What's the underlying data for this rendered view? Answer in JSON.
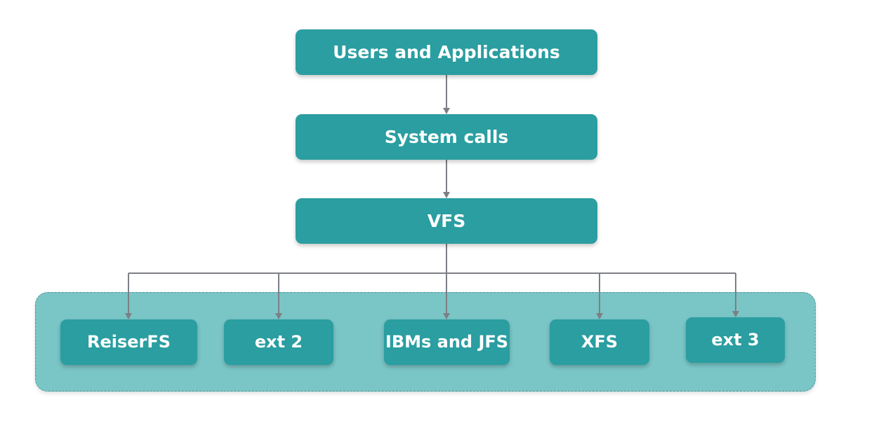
{
  "diagram": {
    "nodes": {
      "users": "Users and Applications",
      "syscalls": "System calls",
      "vfs": "VFS",
      "reiserfs": "ReiserFS",
      "ext2": "ext 2",
      "ibm_jfs": "IBMs and JFS",
      "xfs": "XFS",
      "ext3": "ext 3"
    },
    "edges": [
      [
        "users",
        "syscalls"
      ],
      [
        "syscalls",
        "vfs"
      ],
      [
        "vfs",
        "reiserfs"
      ],
      [
        "vfs",
        "ext2"
      ],
      [
        "vfs",
        "ibm_jfs"
      ],
      [
        "vfs",
        "xfs"
      ],
      [
        "vfs",
        "ext3"
      ]
    ],
    "colors": {
      "node": "#2a9ea1",
      "group": "#7ac5c6",
      "connector": "#7d7f86",
      "text": "#ffffff"
    }
  }
}
